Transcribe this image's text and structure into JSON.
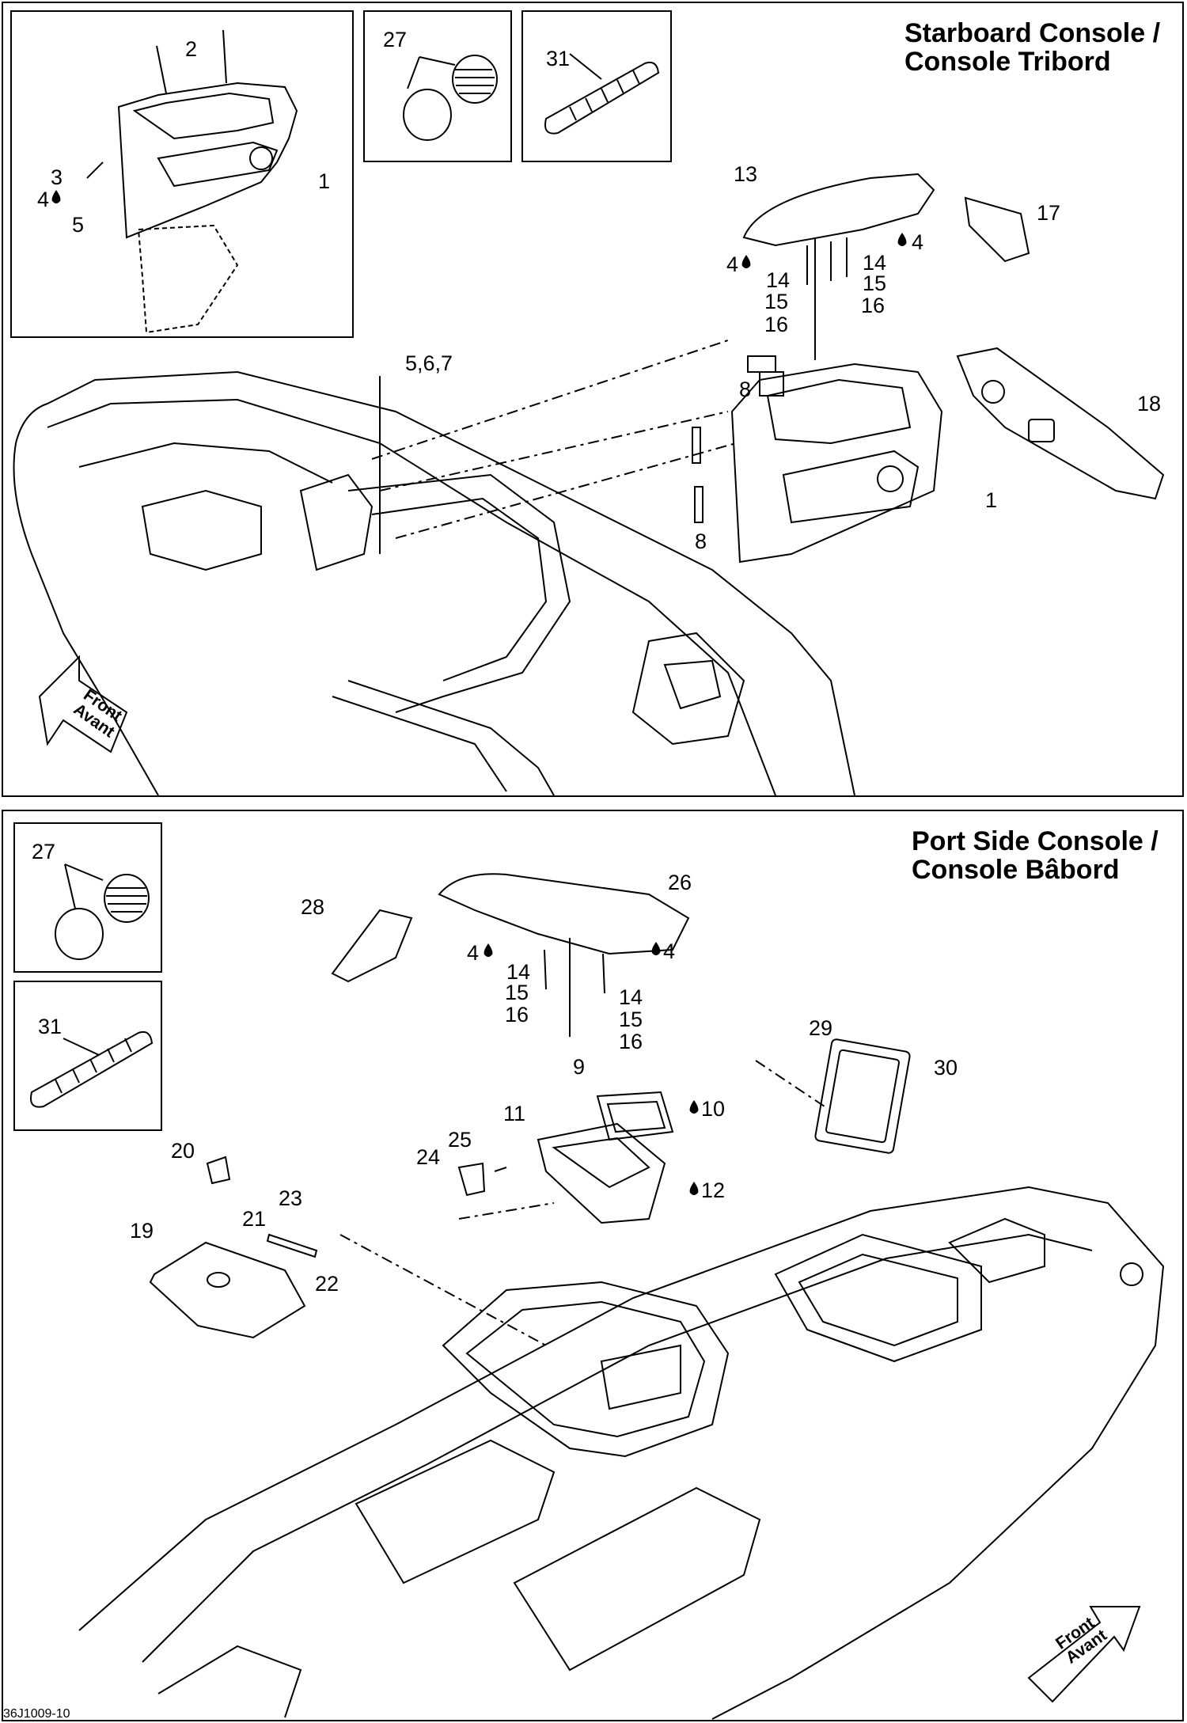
{
  "starboard": {
    "title_line1": "Starboard Console /",
    "title_line2": "Console Tribord",
    "callouts": {
      "c1a": "1",
      "c2": "2",
      "c3": "3",
      "c4a": "4",
      "c5": "5",
      "c27": "27",
      "c31": "31",
      "c13": "13",
      "c17": "17",
      "c4b": "4",
      "c4c": "4",
      "c14a": "14",
      "c14b": "14",
      "c15a": "15",
      "c15b": "15",
      "c16a": "16",
      "c16b": "16",
      "c567": "5,6,7",
      "c8a": "8",
      "c8b": "8",
      "c18": "18",
      "c1b": "1"
    },
    "front_line1": "Front",
    "front_line2": "Avant"
  },
  "port": {
    "title_line1": "Port Side Console /",
    "title_line2": "Console Bâbord",
    "callouts": {
      "c27": "27",
      "c31": "31",
      "c28": "28",
      "c26": "26",
      "c4a": "4",
      "c4b": "4",
      "c14a": "14",
      "c14b": "14",
      "c15a": "15",
      "c15b": "15",
      "c16a": "16",
      "c16b": "16",
      "c29": "29",
      "c30": "30",
      "c9": "9",
      "c10": "10",
      "c11": "11",
      "c12": "12",
      "c25": "25",
      "c24": "24",
      "c20": "20",
      "c23": "23",
      "c21": "21",
      "c19": "19",
      "c22": "22"
    },
    "front_line1": "Front",
    "front_line2": "Avant"
  },
  "drawing_number": "36J1009-10"
}
